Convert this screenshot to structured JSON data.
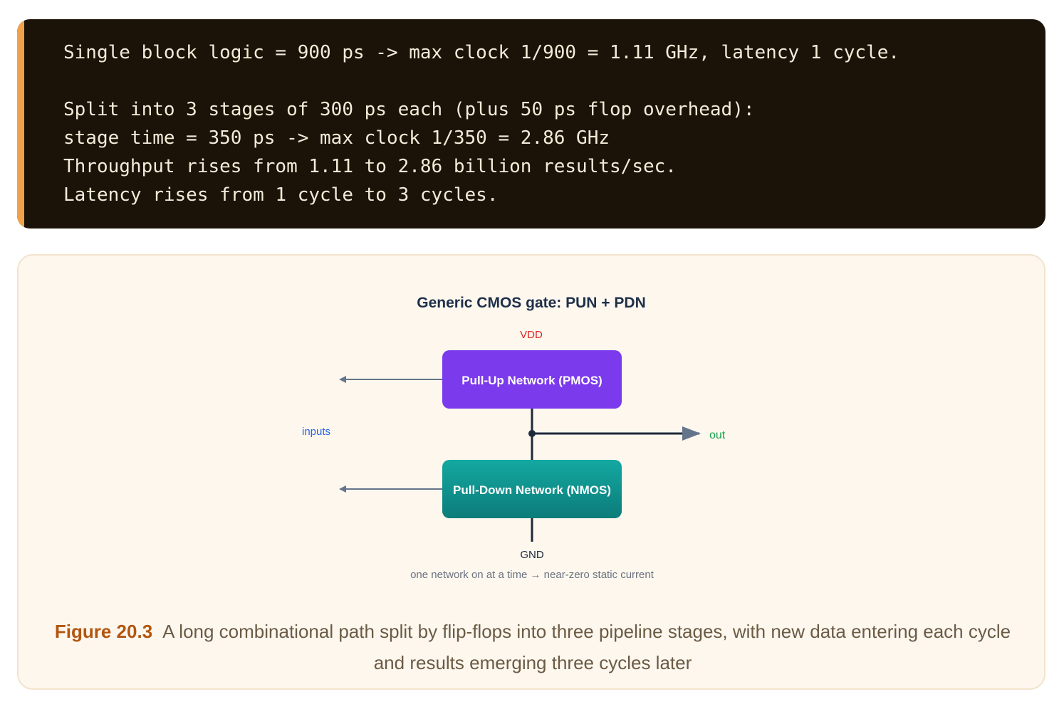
{
  "code": {
    "lines": [
      "Single block logic = 900 ps -> max clock 1/900 = 1.11 GHz, latency 1 cycle.",
      "",
      "Split into 3 stages of 300 ps each (plus 50 ps flop overhead):",
      "stage time = 350 ps -> max clock 1/350 = 2.86 GHz",
      "Throughput rises from 1.11 to 2.86 billion results/sec.",
      "Latency rises from 1 cycle to 3 cycles."
    ],
    "accent_color": "#f0a24a",
    "background_color": "#1b1308"
  },
  "diagram": {
    "title": "Generic CMOS gate: PUN + PDN",
    "vdd_label": "VDD",
    "gnd_label": "GND",
    "inputs_label": "inputs",
    "out_label": "out",
    "pun_label": "Pull-Up Network (PMOS)",
    "pdn_label": "Pull-Down Network (NMOS)",
    "note": "one network on at a time → near-zero static current",
    "colors": {
      "pun": "#7c3aed",
      "pdn": "#0f9a96",
      "vdd": "#dc2626",
      "inputs": "#2563eb",
      "out": "#16a34a",
      "wire": "#1e293b",
      "arrow": "#64748b"
    }
  },
  "caption": {
    "label": "Figure 20.3",
    "text": "A long combinational path split by flip-flops into three pipeline stages, with new data entering each cycle and results emerging three cycles later"
  }
}
